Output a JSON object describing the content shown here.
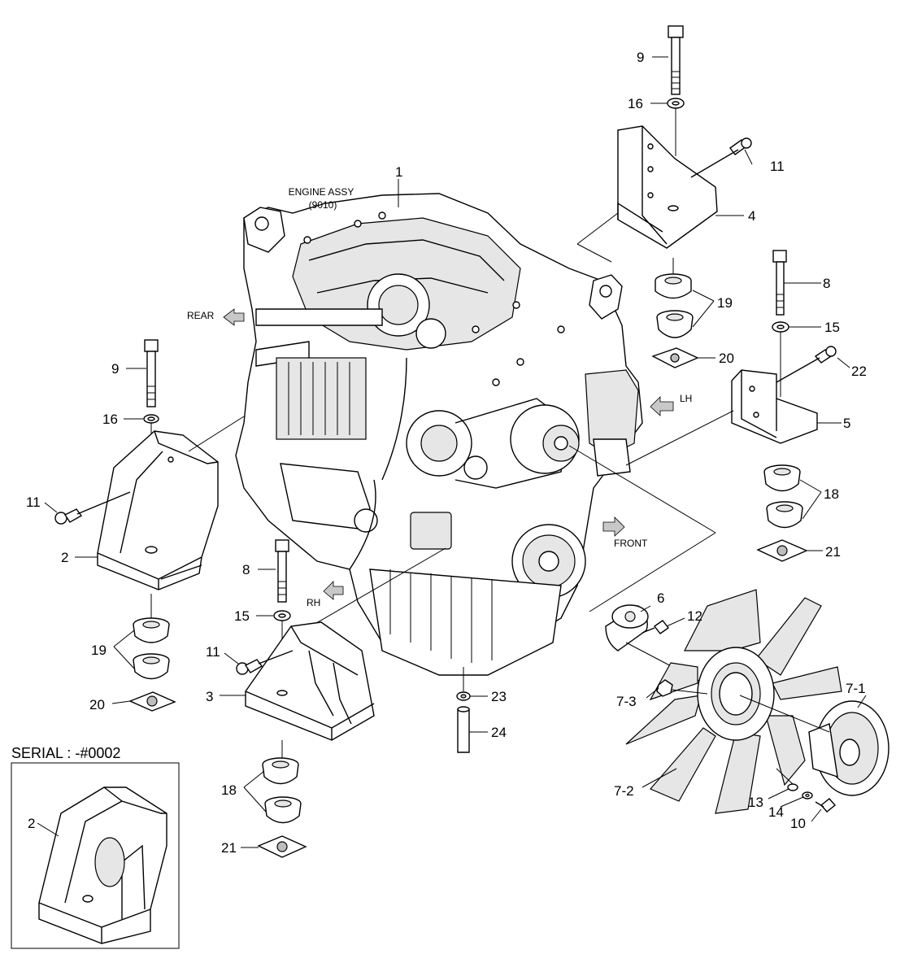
{
  "engine_title": "ENGINE ASSY",
  "engine_code": "(9010)",
  "serial_label": "SERIAL : -#0002",
  "directions": {
    "rear": "REAR",
    "lh": "LH",
    "front": "FRONT",
    "rh": "RH"
  },
  "callouts": {
    "c1": "1",
    "c9a": "9",
    "c16a": "16",
    "c11a": "11",
    "c4": "4",
    "c19a": "19",
    "c20a": "20",
    "c8a": "8",
    "c15a": "15",
    "c22": "22",
    "c5": "5",
    "c18a": "18",
    "c21a": "21",
    "c9b": "9",
    "c16b": "16",
    "c11b": "11",
    "c2": "2",
    "c19b": "19",
    "c20b": "20",
    "c8b": "8",
    "c15b": "15",
    "c11c": "11",
    "c3": "3",
    "c18b": "18",
    "c21b": "21",
    "c6": "6",
    "c12": "12",
    "c23": "23",
    "c24": "24",
    "c73": "7-3",
    "c71": "7-1",
    "c72": "7-2",
    "c13": "13",
    "c14": "14",
    "c10": "10",
    "c2inset": "2"
  }
}
